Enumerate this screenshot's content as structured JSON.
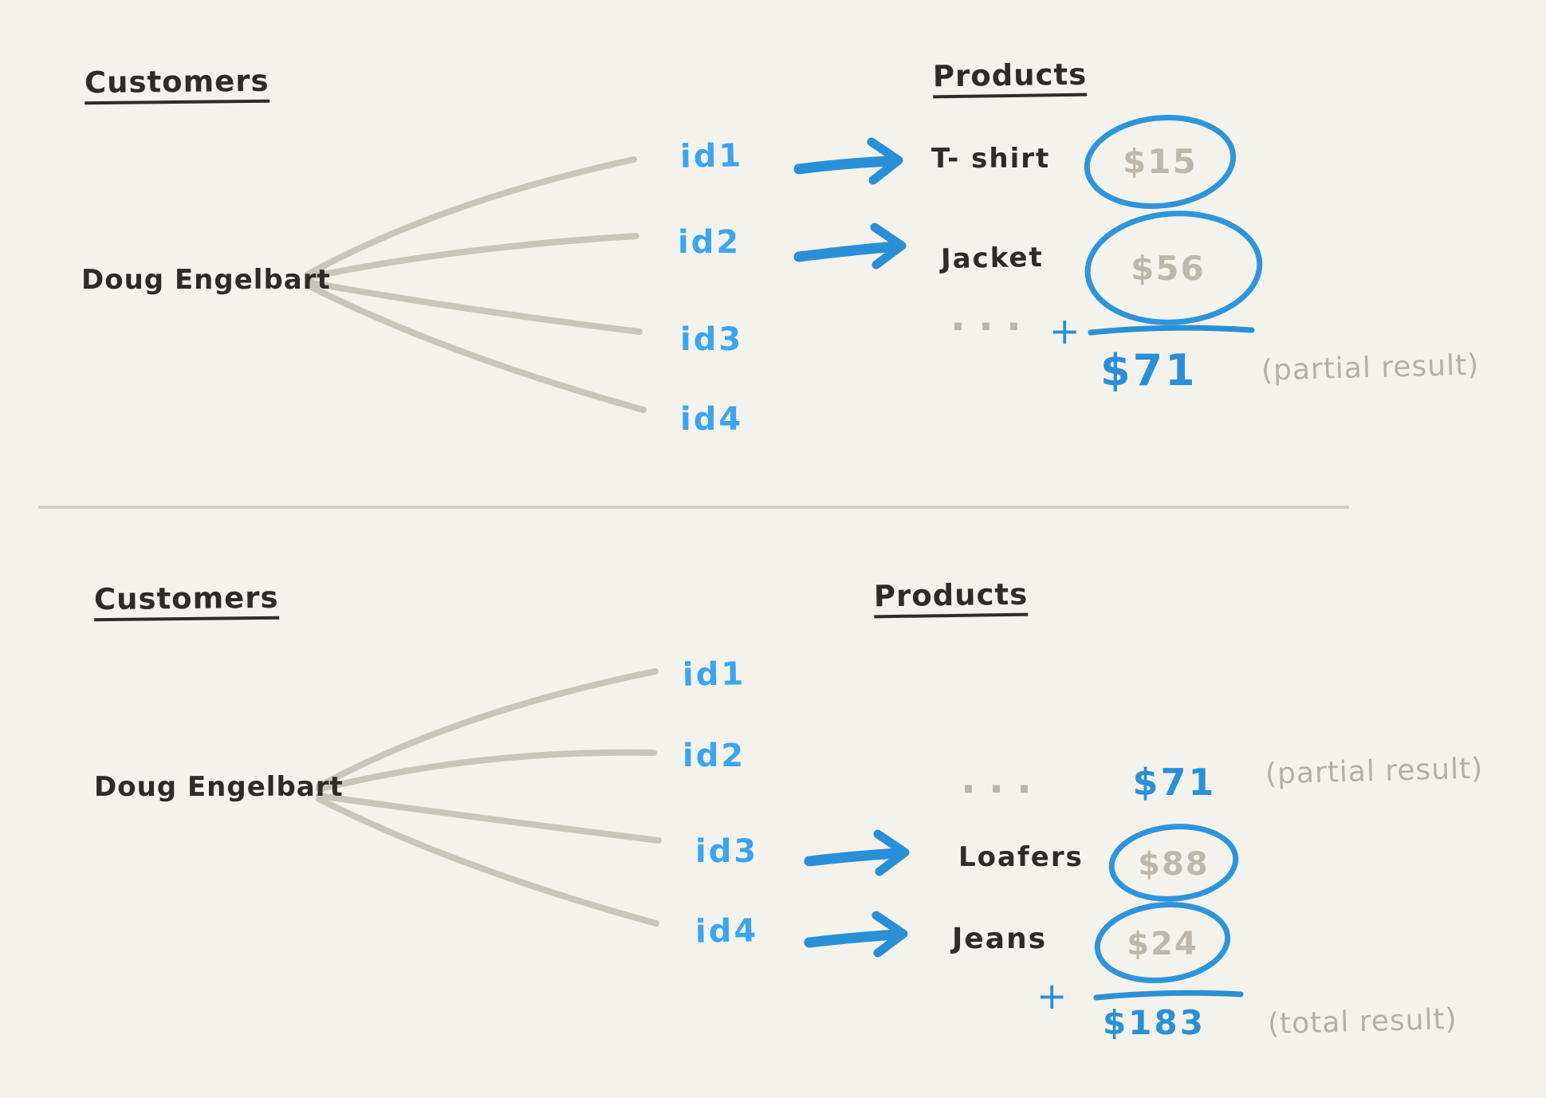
{
  "colors": {
    "background": "#f4f2ec",
    "ink_black": "#2e2c29",
    "id_blue": "#3aa5f2",
    "action_blue": "#2990d8",
    "price_gray": "#bcb8ad",
    "note_gray": "#b4b0a5",
    "fan_line_gray": "#c9c5bb",
    "divider_gray": "#d2cfc7"
  },
  "top_panel": {
    "customers_heading": "Customers",
    "customer_name": "Doug Engelbart",
    "products_heading": "Products",
    "ids": [
      "id1",
      "id2",
      "id3",
      "id4"
    ],
    "rows": [
      {
        "id": "id1",
        "product": "T- shirt",
        "price": "$15"
      },
      {
        "id": "id2",
        "product": "Jacket",
        "price": "$56"
      }
    ],
    "ellipsis": "...",
    "plus": "+",
    "sum": "$71",
    "sum_note": "(partial result)"
  },
  "bottom_panel": {
    "customers_heading": "Customers",
    "customer_name": "Doug Engelbart",
    "products_heading": "Products",
    "ids": [
      "id1",
      "id2",
      "id3",
      "id4"
    ],
    "carry": {
      "ellipsis": "...",
      "value": "$71",
      "note": "(partial result)"
    },
    "rows": [
      {
        "id": "id3",
        "product": "Loafers",
        "price": "$88"
      },
      {
        "id": "id4",
        "product": "Jeans",
        "price": "$24"
      }
    ],
    "plus": "+",
    "sum": "$183",
    "sum_note": "(total result)"
  }
}
